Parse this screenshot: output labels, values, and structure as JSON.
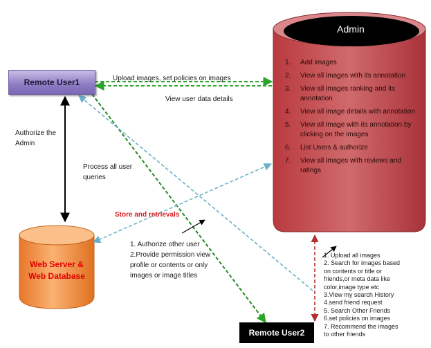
{
  "admin": {
    "title": "Admin",
    "items": [
      {
        "num": "1.",
        "text": "Add images"
      },
      {
        "num": "2.",
        "text": "View all images with its annotation"
      },
      {
        "num": "3.",
        "text": "View all images ranking and its annotation"
      },
      {
        "num": "4.",
        "text": "View all image details with annotation"
      },
      {
        "num": "5.",
        "text": "View all image with  its annotation by clicking on the images"
      },
      {
        "num": "6.",
        "text": "List Users & authorize"
      },
      {
        "num": "7.",
        "text": "View all  images with reviews and ratings"
      }
    ]
  },
  "remote_user1": {
    "label": "Remote User1"
  },
  "remote_user2": {
    "label": "Remote User2"
  },
  "database": {
    "line1": "Web Server &",
    "line2": "Web Database"
  },
  "labels": {
    "upload": "Upload images, set policies on images",
    "view_user_data": "View user data details",
    "authorize_admin": "Authorize the Admin",
    "process_queries": "Process all user queries",
    "store_retrievals": "Store and retrievals",
    "user_ops": "1. Authorize other user 2.Provide permission view profile or contents or only images or image titles"
  },
  "remote_user2_ops": [
    "1. Upload all images",
    "2. Search for images based",
    "on contents or title or",
    "friends,or meta data like",
    "color,image type etc",
    "3.View my search History",
    "4.send friend request",
    "5. Search Other Friends",
    "6.set policies on images",
    "7. Recommend the images",
    "to other friends"
  ],
  "colors": {
    "admin_fill": "#c9474b",
    "admin_top": "#000000",
    "remote_user1_fill": "#8d7cc2",
    "database_fill": "#f79646",
    "green_arrow": "#2aa52a",
    "blue_arrow": "#6ab0c8",
    "red_arrow": "#c0504d",
    "black_arrow": "#000000"
  }
}
